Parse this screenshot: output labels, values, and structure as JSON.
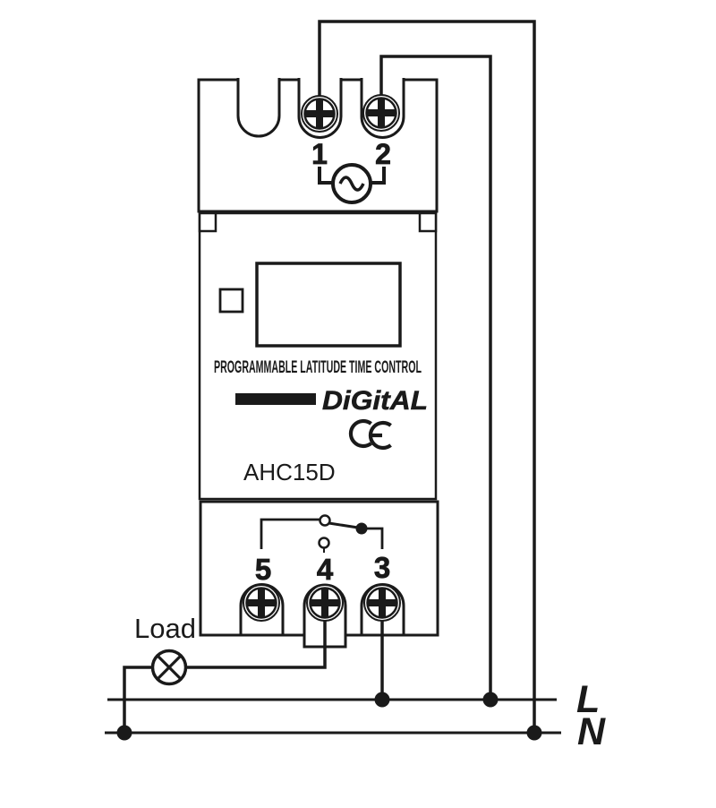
{
  "diagram": {
    "device": {
      "product_label": "PROGRAMMABLE LATITUDE TIME CONTROL",
      "brand": "DiGitAL",
      "model": "AHC15D",
      "ce_mark": "CE"
    },
    "terminals": {
      "top": [
        "1",
        "2"
      ],
      "bottom": [
        "5",
        "4",
        "3"
      ]
    },
    "power": {
      "line_label": "L",
      "neutral_label": "N"
    },
    "load_label": "Load",
    "icons": {
      "ac_source": "ac-source-icon",
      "lamp": "lamp-load-icon",
      "screw": "screw-terminal-icon",
      "relay": "relay-contact-icon",
      "ce": "ce-mark-icon"
    },
    "colors": {
      "ink": "#1a1a1a",
      "background": "#ffffff"
    }
  }
}
